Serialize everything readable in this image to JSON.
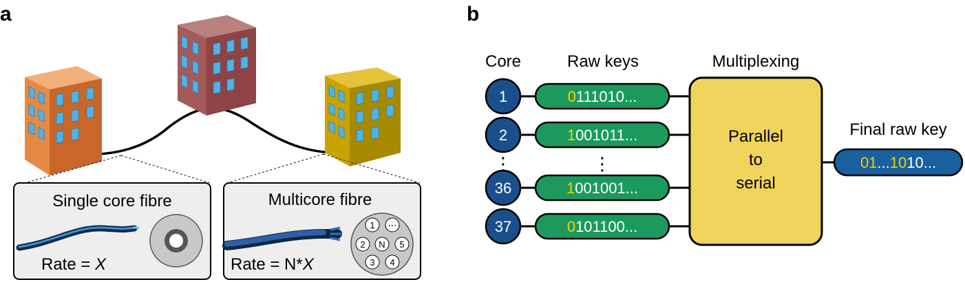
{
  "panel_a": {
    "label": "a",
    "single_box": {
      "title": "Single core fibre",
      "rate_prefix": "Rate = ",
      "rate_var": "X"
    },
    "multi_box": {
      "title": "Multicore fibre",
      "rate_prefix": "Rate = N*",
      "rate_var": "X",
      "core_labels": [
        "1",
        "⋯",
        "2",
        "N",
        "5",
        "3",
        "4"
      ]
    },
    "colors": {
      "building_left": "#d97a35",
      "building_center": "#9b4e4e",
      "building_right": "#c9a400",
      "window": "#4fb3e8",
      "fibre": "#1f5f9e",
      "box_bg": "#eeeeee"
    }
  },
  "panel_b": {
    "label": "b",
    "headers": {
      "core": "Core",
      "raw_keys": "Raw keys",
      "multiplexing": "Multiplexing",
      "final": "Final raw key"
    },
    "rows": [
      {
        "core": "1",
        "first_bit": "0",
        "rest_bits": "111010..."
      },
      {
        "core": "2",
        "first_bit": "1",
        "rest_bits": "001011..."
      },
      {
        "core": "36",
        "first_bit": "1",
        "rest_bits": "001001..."
      },
      {
        "core": "37",
        "first_bit": "0",
        "rest_bits": "101100..."
      }
    ],
    "ellipsis": "⋮",
    "mux_lines": [
      "Parallel",
      "to",
      "serial"
    ],
    "final_key": {
      "seg1": "01",
      "seg2": "...",
      "seg3": "10",
      "seg4": "10..."
    },
    "colors": {
      "core_circle": "#1a4f8c",
      "key_pill": "#1c9a5e",
      "highlight_bit": "#f2d100",
      "mux_box": "#f0d35a",
      "final_pill": "#1a5f9e",
      "text_light": "#ffffff"
    }
  }
}
